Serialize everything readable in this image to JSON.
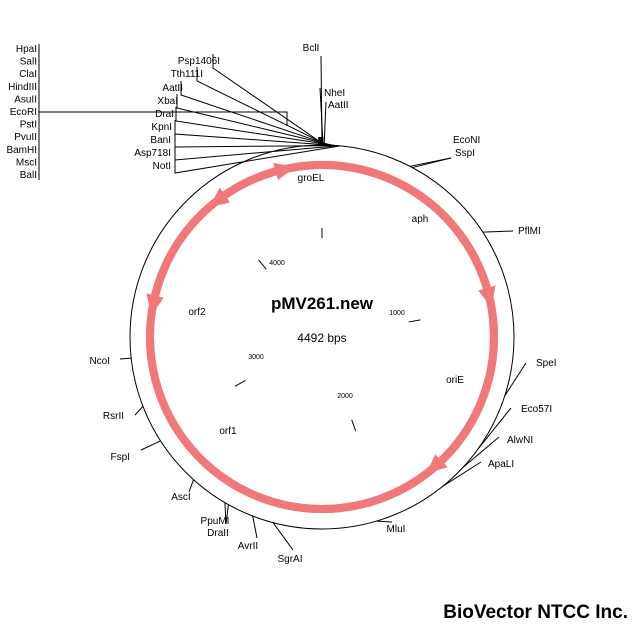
{
  "plasmid": {
    "name": "pMV261.new",
    "size_label": "4492 bps",
    "length": 4492
  },
  "brand": "BioVector NTCC Inc.",
  "stacked_sites": [
    "HpaI",
    "SalI",
    "ClaI",
    "HindIII",
    "AsuII",
    "EcoRI",
    "PstI",
    "PvuII",
    "BamHI",
    "MscI",
    "BalI"
  ],
  "sites": [
    {
      "label": "Psp1406I",
      "pos": 10
    },
    {
      "label": "Tth111I",
      "pos": 20
    },
    {
      "label": "AatII",
      "pos": 30
    },
    {
      "label": "XbaI",
      "pos": 38
    },
    {
      "label": "DraI",
      "pos": 44
    },
    {
      "label": "KpnI",
      "pos": 50
    },
    {
      "label": "BanI",
      "pos": 56
    },
    {
      "label": "Asp718I",
      "pos": 62
    },
    {
      "label": "NotI",
      "pos": 68
    },
    {
      "label": "BclI",
      "pos": 0
    },
    {
      "label": "NheI",
      "pos": 4
    },
    {
      "label": "AatII",
      "pos": 8
    },
    {
      "label": "EcoNI",
      "pos": 340
    },
    {
      "label": "SspI",
      "pos": 350
    },
    {
      "label": "PflMI",
      "pos": 710
    },
    {
      "label": "SpeI",
      "pos": 1345
    },
    {
      "label": "Eco57I",
      "pos": 1570
    },
    {
      "label": "AlwNI",
      "pos": 1660
    },
    {
      "label": "ApaLI",
      "pos": 1760
    },
    {
      "label": "MluI",
      "pos": 2040
    },
    {
      "label": "SgrAI",
      "pos": 2430
    },
    {
      "label": "AvrII",
      "pos": 2510
    },
    {
      "label": "DraII",
      "pos": 2610
    },
    {
      "label": "PpuMI",
      "pos": 2625
    },
    {
      "label": "AscI",
      "pos": 2770
    },
    {
      "label": "FspI",
      "pos": 2960
    },
    {
      "label": "RsrII",
      "pos": 3105
    },
    {
      "label": "NcoI",
      "pos": 3290
    }
  ],
  "features": [
    {
      "label": "groEL",
      "start": 4488,
      "end": 4380,
      "direction": "cw"
    },
    {
      "label": "aph",
      "start": 130,
      "end": 1000,
      "direction": "cw"
    },
    {
      "label": "oriE",
      "start": 1300,
      "end": 1780,
      "direction": "cw"
    },
    {
      "label": "orf1",
      "start": 2280,
      "end": 3460,
      "direction": "ccw"
    },
    {
      "label": "orf2",
      "start": 3700,
      "end": 3980,
      "direction": "ccw"
    }
  ],
  "ticks": [
    {
      "label": "1000",
      "pos": 1000
    },
    {
      "label": "2000",
      "pos": 2000
    },
    {
      "label": "3000",
      "pos": 3000
    },
    {
      "label": "4000",
      "pos": 4000
    }
  ],
  "colors": {
    "feature": "#f07878",
    "line": "#000000"
  }
}
